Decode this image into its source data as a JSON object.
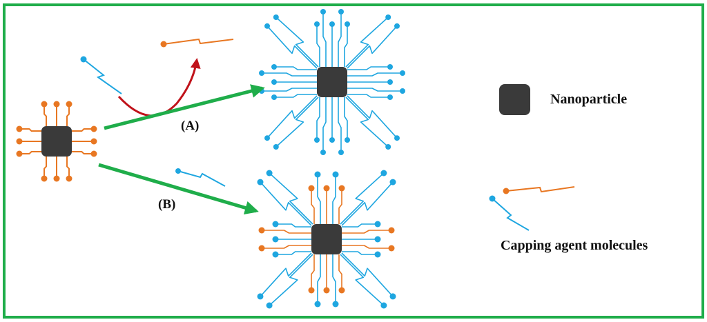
{
  "diagram": {
    "route_a_label": "(A)",
    "route_b_label": "(B)"
  },
  "legend": {
    "nanoparticle_label": "Nanoparticle",
    "capping_label": "Capping agent molecules"
  },
  "colors": {
    "frame": "#1fad4a",
    "arrow_green": "#1fad4a",
    "arrow_red": "#c0121a",
    "particle": "#3a3a3a",
    "ligand_orange": "#e87722",
    "ligand_blue": "#1ea6e0"
  },
  "icons": [
    "nanoparticle-icon",
    "orange-ligand-icon",
    "blue-ligand-icon",
    "exchange-arrow-icon"
  ]
}
